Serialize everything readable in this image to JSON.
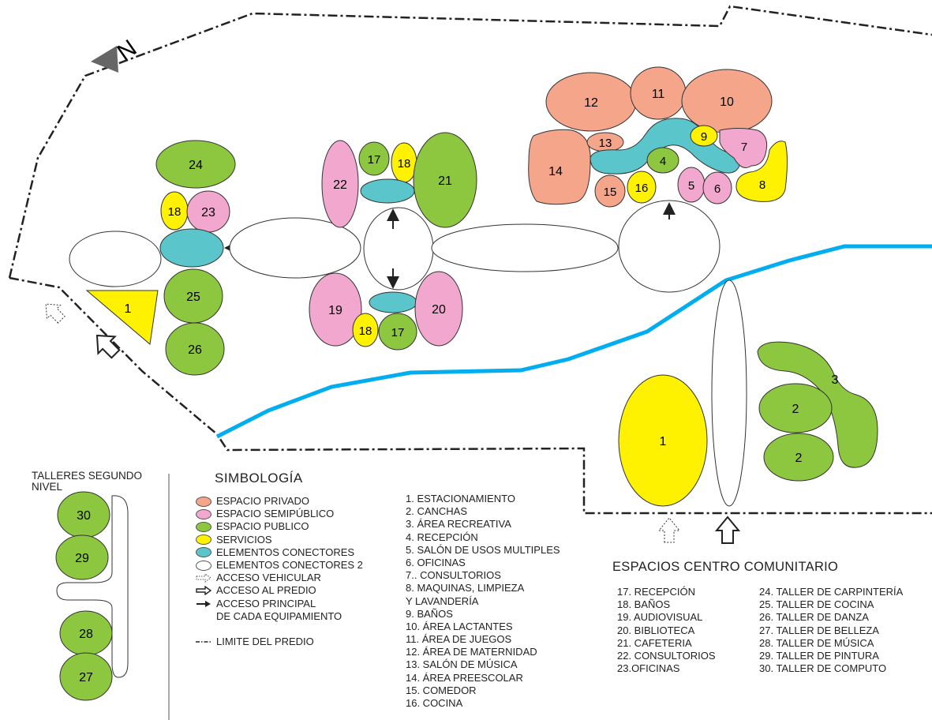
{
  "north_label": "N",
  "talleres_title": "TALLERES SEGUNDO NIVEL",
  "simbologia_title": "SIMBOLOGÍA",
  "legend": [
    {
      "label": "ESPACIO PRIVADO",
      "color": "#f4a58a",
      "kind": "ellipse"
    },
    {
      "label": "ESPACIO SEMIPÚBLICO",
      "color": "#f2a7cf",
      "kind": "ellipse"
    },
    {
      "label": "ESPACIO PUBLICO",
      "color": "#8dc63f",
      "kind": "ellipse"
    },
    {
      "label": "SERVICIOS",
      "color": "#fff200",
      "kind": "ellipse"
    },
    {
      "label": "ELEMENTOS CONECTORES",
      "color": "#5bc5cc",
      "kind": "ellipse"
    },
    {
      "label": "ELEMENTOS CONECTORES 2",
      "color": "#ffffff",
      "kind": "ellipse"
    },
    {
      "label": "ACCESO VEHICULAR",
      "kind": "dotted-arrow"
    },
    {
      "label": "ACCESO AL PREDIO",
      "kind": "outline-arrow"
    },
    {
      "label": "ACCESO PRINCIPAL",
      "kind": "solid-arrow"
    },
    {
      "label": "DE CADA EQUIPAMIENTO",
      "kind": "none"
    },
    {
      "label": "",
      "kind": "none"
    },
    {
      "label": "LIMITE DEL PREDIO",
      "kind": "dashdot"
    }
  ],
  "general_spaces": [
    "1. ESTACIONAMIENTO",
    "2. CANCHAS",
    "3. ÁREA RECREATIVA",
    "4. RECEPCIÓN",
    "5. SALÓN DE USOS MULTIPLES",
    "6. OFICINAS",
    "7.. CONSULTORIOS",
    "8. MAQUINAS, LIMPIEZA",
    "Y LAVANDERÍA",
    "9. BAÑOS",
    "10. ÁREA LACTANTES",
    "11. ÁREA DE JUEGOS",
    "12. ÁREA DE MATERNIDAD",
    "13. SALÓN DE MÚSICA",
    "14. ÁREA PREESCOLAR",
    "15. COMEDOR",
    "16. COCINA"
  ],
  "community_title": "ESPACIOS CENTRO COMUNITARIO",
  "community_col1": [
    "17. RECEPCIÓN",
    "18. BAÑOS",
    "19. AUDIOVISUAL",
    "20. BIBLIOTECA",
    "21. CAFETERIA",
    "22. CONSULTORIOS",
    "23.OFICINAS"
  ],
  "community_col2": [
    "24. TALLER DE CARPINTERÍA",
    "25. TALLER DE COCINA",
    "26. TALLER DE DANZA",
    "27. TALLER DE BELLEZA",
    "28. TALLER DE MÚSICA",
    "29. TALLER DE PINTURA",
    "30. TALLER DE COMPUTO"
  ],
  "colors": {
    "privado": "#f4a58a",
    "semipublico": "#f2a7cf",
    "publico": "#8dc63f",
    "servicios": "#fff200",
    "conectores": "#5bc5cc",
    "conectores2": "#ffffff",
    "river": "#00aeef"
  },
  "space_labels": {
    "s1_parking": "1",
    "s24": "24",
    "s18a": "18",
    "s23": "23",
    "s25": "25",
    "s26": "26",
    "s22": "22",
    "s17a": "17",
    "s18b": "18",
    "s21": "21",
    "s19": "19",
    "s18c": "18",
    "s17b": "17",
    "s20": "20",
    "s12": "12",
    "s11": "11",
    "s10": "10",
    "s13": "13",
    "s9": "9",
    "s7": "7",
    "s14": "14",
    "s4": "4",
    "s15": "15",
    "s16": "16",
    "s5": "5",
    "s6": "6",
    "s8": "8",
    "s1_big": "1",
    "s3": "3",
    "s2a": "2",
    "s2b": "2",
    "s30": "30",
    "s29": "29",
    "s28": "28",
    "s27": "27"
  }
}
